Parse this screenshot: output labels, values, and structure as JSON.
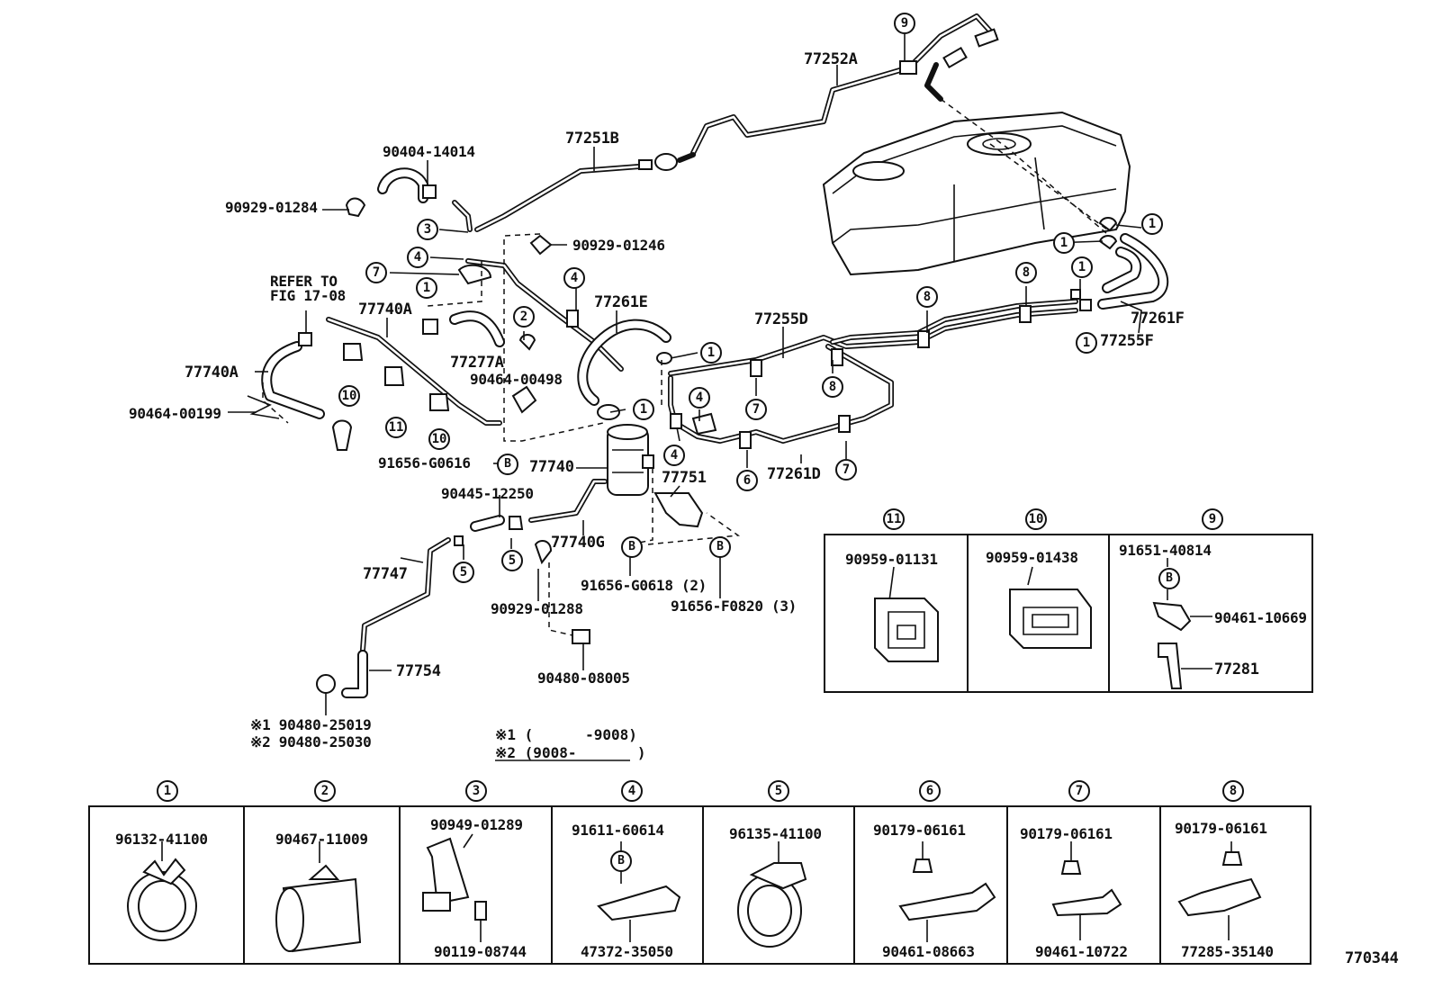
{
  "diagram_code": "770344",
  "labels": {
    "p77252A": "77252A",
    "p77251B": "77251B",
    "p90404_14014": "90404-14014",
    "p90929_01284": "90929-01284",
    "p90929_01246": "90929-01246",
    "refer_to": "REFER TO",
    "fig_ref": "FIG 17-08",
    "p77740A_top": "77740A",
    "p77740A_left": "77740A",
    "p90464_00199": "90464-00199",
    "p77261E": "77261E",
    "p77277A": "77277A",
    "p90464_00498": "90464-00498",
    "p77255D": "77255D",
    "p77261F": "77261F",
    "p77255F": "77255F",
    "p91656_G0616": "91656-G0616",
    "p77740": "77740",
    "p77751": "77751",
    "p77261D": "77261D",
    "p90445_12250": "90445-12250",
    "p77740G": "77740G",
    "p77747": "77747",
    "p91656_G0618": "91656-G0618 (2)",
    "p91656_F0820": "91656-F0820 (3)",
    "p90929_01288": "90929-01288",
    "p77754": "77754",
    "p90480_08005": "90480-08005",
    "p90480_25019": "※1 90480-25019",
    "p90480_25030": "※2 90480-25030"
  },
  "notes": {
    "line1": "※1 (      -9008)",
    "line2": "※2 (9008-       )"
  },
  "callouts": {
    "c1": "1",
    "c2": "2",
    "c3": "3",
    "c4": "4",
    "c5": "5",
    "c6": "6",
    "c7": "7",
    "c8": "8",
    "c9": "9",
    "c10": "10",
    "c11": "11",
    "b": "B"
  },
  "inset_right": {
    "panels": [
      {
        "ref": "11",
        "parts": [
          "90959-01131"
        ]
      },
      {
        "ref": "10",
        "parts": [
          "90959-01438"
        ]
      },
      {
        "ref": "9",
        "parts": [
          "91651-40814",
          "90461-10669",
          "77281"
        ]
      }
    ]
  },
  "inset_bottom": {
    "panels": [
      {
        "ref": "1",
        "top": "96132-41100",
        "bottom": ""
      },
      {
        "ref": "2",
        "top": "90467-11009",
        "bottom": ""
      },
      {
        "ref": "3",
        "top": "90949-01289",
        "bottom": "90119-08744"
      },
      {
        "ref": "4",
        "top": "91611-60614",
        "bottom": "47372-35050"
      },
      {
        "ref": "5",
        "top": "96135-41100",
        "bottom": ""
      },
      {
        "ref": "6",
        "top": "90179-06161",
        "bottom": "90461-08663"
      },
      {
        "ref": "7",
        "top": "90179-06161",
        "bottom": "90461-10722"
      },
      {
        "ref": "8",
        "top": "90179-06161",
        "bottom": "77285-35140"
      }
    ]
  }
}
